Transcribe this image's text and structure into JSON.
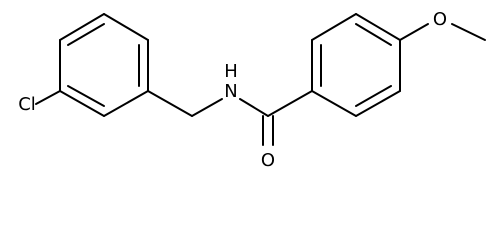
{
  "atoms": {
    "chlorine": "Cl",
    "amide_nitrogen": "N",
    "amide_hydrogen": "H",
    "carbonyl_oxygen": "O",
    "methoxy_oxygen": "O"
  }
}
